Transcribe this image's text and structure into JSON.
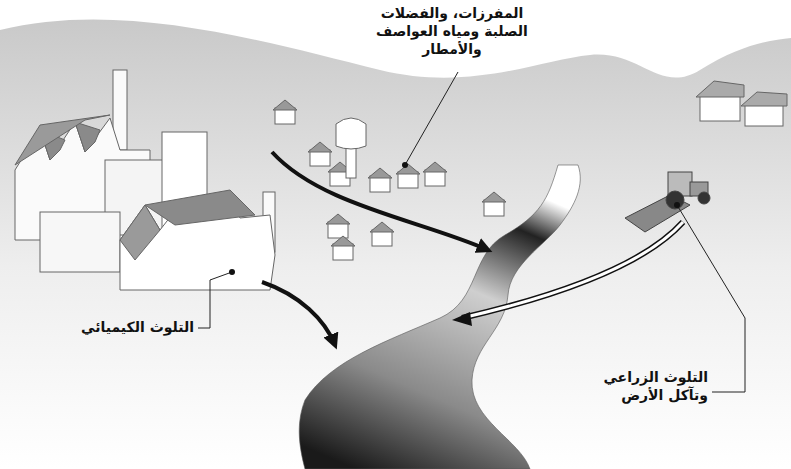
{
  "diagram": {
    "labels": [
      "المفرزات، والفضلات الصلبة ومياه العواصف والأمطار",
      "التلوث الكيميائي",
      "التلوث الزراعي وتآكل الأرض"
    ]
  }
}
